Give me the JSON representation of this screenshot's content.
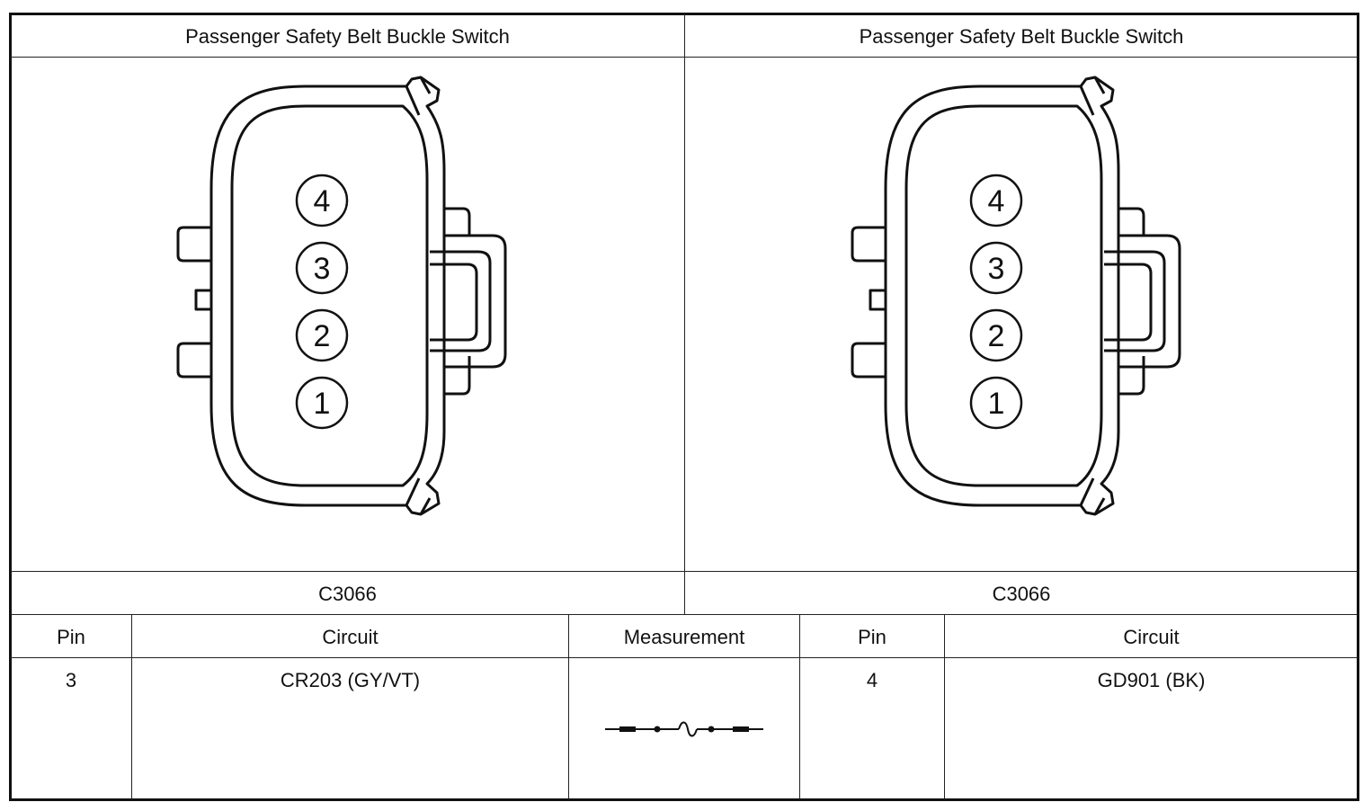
{
  "left_panel": {
    "title": "Passenger Safety Belt Buckle Switch",
    "connector_id": "C3066",
    "pins": [
      "4",
      "3",
      "2",
      "1"
    ]
  },
  "right_panel": {
    "title": "Passenger Safety Belt Buckle Switch",
    "connector_id": "C3066",
    "pins": [
      "4",
      "3",
      "2",
      "1"
    ]
  },
  "table": {
    "headers": [
      "Pin",
      "Circuit",
      "Measurement",
      "Pin",
      "Circuit"
    ],
    "row": {
      "pin_a": "3",
      "circuit_a": "CR203 (GY/VT)",
      "measurement_icon": "resistance-symbol-icon",
      "pin_b": "4",
      "circuit_b": "GD901 (BK)"
    }
  },
  "colors": {
    "line": "#111111",
    "background": "#ffffff"
  }
}
